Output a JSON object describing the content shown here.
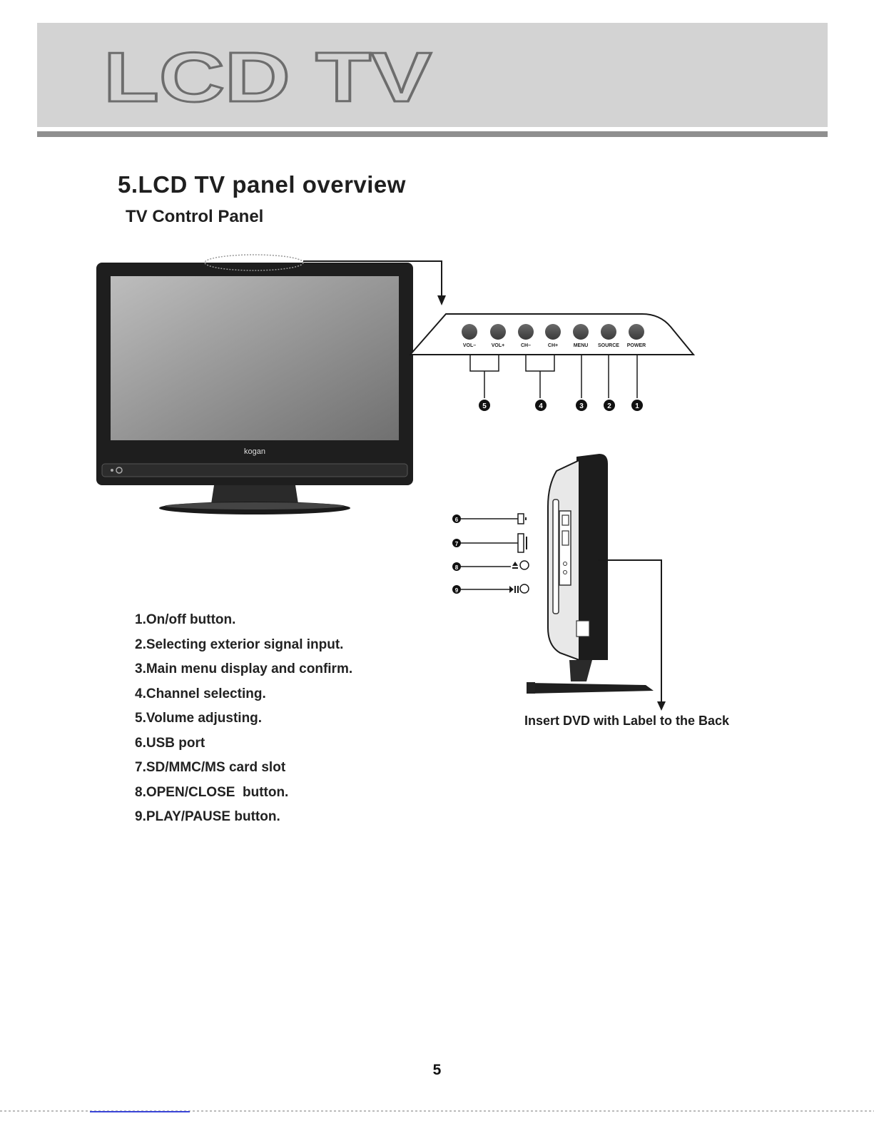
{
  "header": {
    "title": "LCD TV"
  },
  "section": {
    "title": "5.LCD TV panel overview",
    "subtitle": "TV Control Panel"
  },
  "tv": {
    "brand": "kogan"
  },
  "control_panel": {
    "buttons": [
      "VOL–",
      "VOL+",
      "CH–",
      "CH+",
      "MENU",
      "SOURCE",
      "POWER"
    ],
    "callouts": [
      "5",
      "4",
      "3",
      "2",
      "1"
    ]
  },
  "side_panel": {
    "callouts": [
      "6",
      "7",
      "8",
      "9"
    ]
  },
  "legend": [
    "1.On/off button.",
    "2.Selecting exterior signal input.",
    "3.Main menu display and confirm.",
    "4.Channel selecting.",
    "5.Volume adjusting.",
    "6.USB port",
    "7.SD/MMC/MS card slot",
    "8.OPEN/CLOSE  button.",
    "9.PLAY/PAUSE button."
  ],
  "caption": "Insert DVD with Label to the Back",
  "page_number": "5"
}
